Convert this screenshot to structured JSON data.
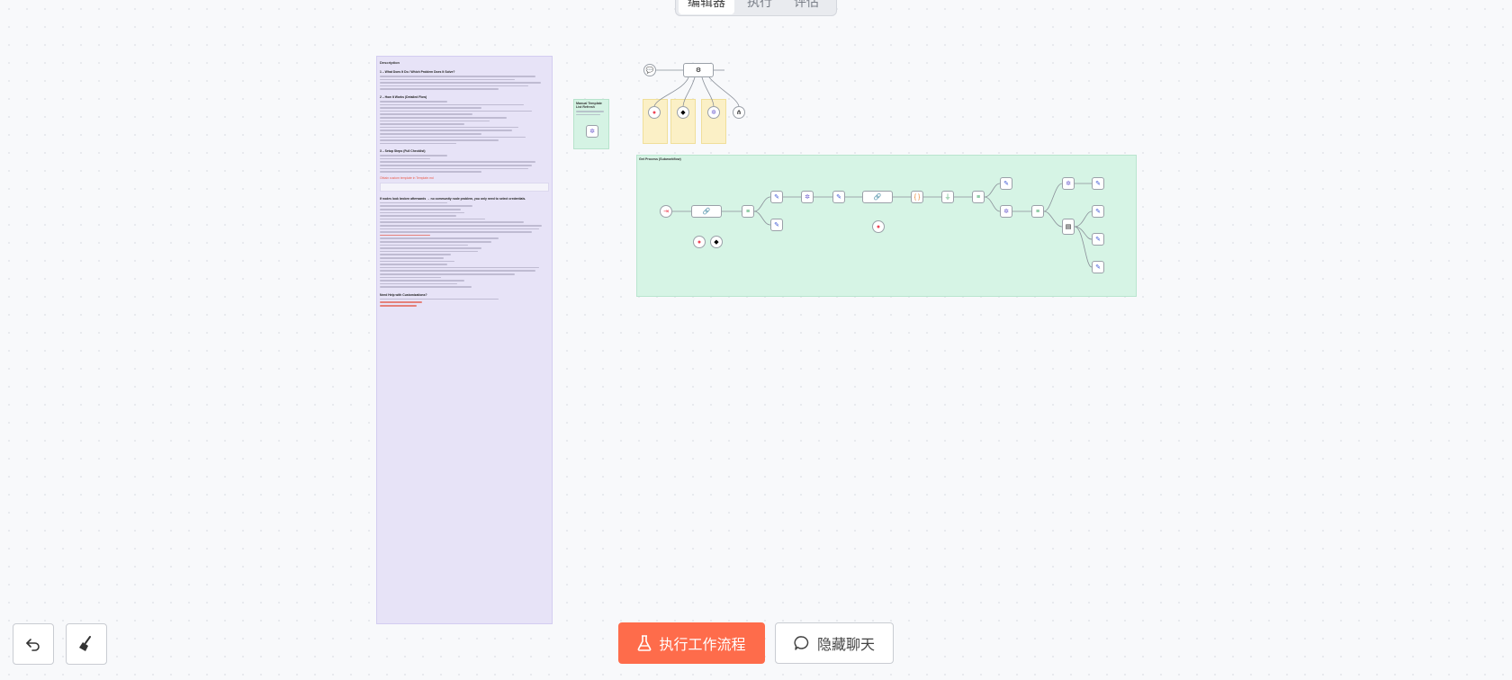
{
  "tabs": [
    {
      "label": "编辑器",
      "active": true
    },
    {
      "label": "执行",
      "active": false
    },
    {
      "label": "评估",
      "active": false
    }
  ],
  "toolbar": {
    "run_label": "执行工作流程",
    "chat_label": "隐藏聊天",
    "accent": "#fe6c4b"
  },
  "description": {
    "title": "Description",
    "sections": [
      "1 – What Does It Do / Which Problem Does It Solve?",
      "2 – How It Works (Detailed Flow)",
      "3 – Setup Steps (Full Checklist)",
      "If nodes look broken afterwards → no community node problem, you only need to select credentials.",
      "Need Help with Customizations?"
    ],
    "link": "Obtain custom template in Template.md"
  },
  "sticky_small": {
    "title": "Manual Template List Refresh"
  },
  "sticky_group": {
    "title": "Get Process (Subworkflow)"
  }
}
